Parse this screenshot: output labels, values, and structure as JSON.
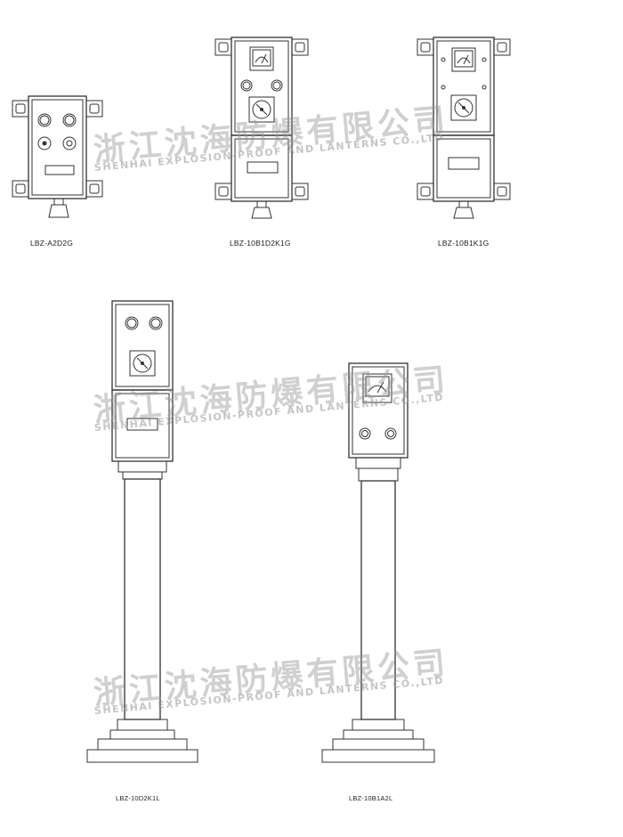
{
  "products": [
    {
      "id": "p1",
      "model": "LBZ-A2D2G"
    },
    {
      "id": "p2",
      "model": "LBZ-10B1D2K1G"
    },
    {
      "id": "p3",
      "model": "LBZ-10B1K1G"
    },
    {
      "id": "p4",
      "model": "LBZ-10D2K1L"
    },
    {
      "id": "p5",
      "model": "LBZ-10B1A2L"
    }
  ],
  "watermark": {
    "cn": "浙江沈海防爆有限公司",
    "en": "SHENHAI EXPLOSION-PROOF AND LANTERNS CO.,LTD"
  },
  "colors": {
    "line": "#333333",
    "watermark": "#969696",
    "background": "#ffffff"
  }
}
